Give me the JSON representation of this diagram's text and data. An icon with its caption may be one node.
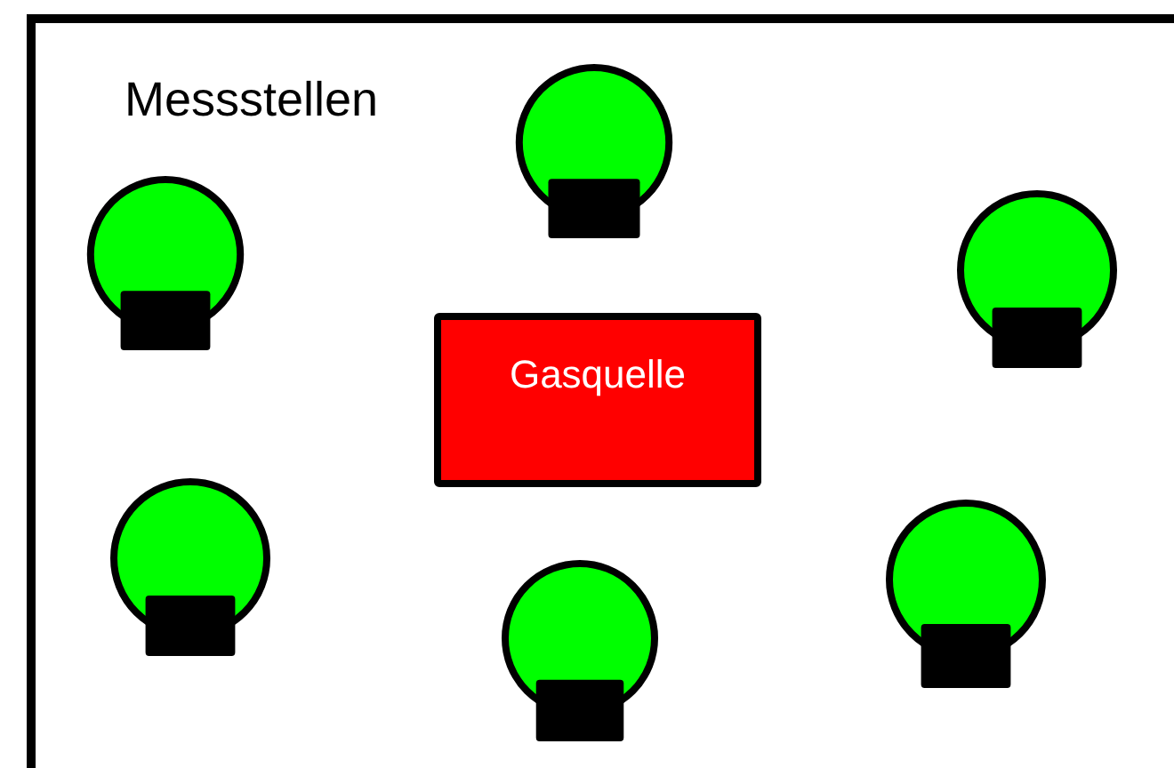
{
  "diagram": {
    "nodes": [
      {
        "text": [
          "Messstellen"
        ]
      },
      {
        "text": [],
        "shape": "circle",
        "in": 0
      },
      {
        "text": [],
        "shape": "circle",
        "in": 0
      },
      {
        "text": [],
        "shape": "circle",
        "in": 0
      },
      {
        "text": [
          "Gasquelle"
        ],
        "in": 0
      },
      {
        "text": [],
        "shape": "circle",
        "in": 0
      },
      {
        "text": [],
        "shape": "circle",
        "in": 0
      },
      {
        "text": [],
        "shape": "circle",
        "in": 0
      }
    ]
  }
}
